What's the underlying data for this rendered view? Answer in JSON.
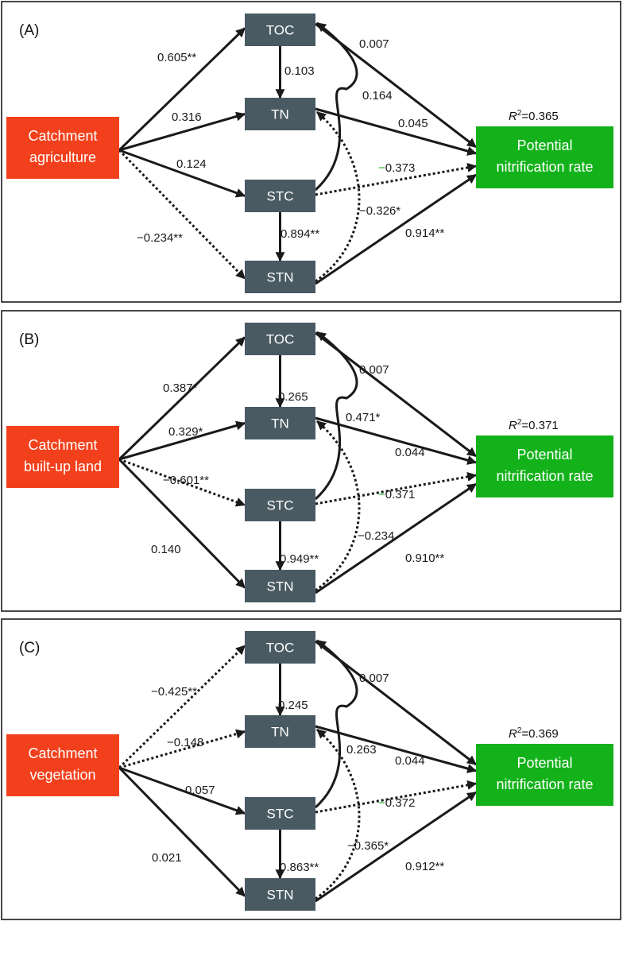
{
  "panels": [
    {
      "label": "(A)",
      "source": [
        "Catchment",
        "agriculture"
      ],
      "nodes": [
        "TOC",
        "TN",
        "STC",
        "STN"
      ],
      "target": [
        "Potential",
        "nitrification rate"
      ],
      "r2_value": "=0.365",
      "paths": {
        "src_toc": "0.605**",
        "src_tn": "0.316",
        "src_stc": "0.124",
        "src_stn": "−0.234**",
        "toc_tn": "0.103",
        "stc_stn": "0.894**",
        "stc_toc": "0.164",
        "stn_tn": "−0.326*",
        "toc_tgt": "0.007",
        "tn_tgt": "0.045",
        "stc_tgt_sign": "−",
        "stc_tgt": "0.373",
        "stn_tgt": "0.914**"
      },
      "dotted": [
        "src_stn",
        "stn_tn",
        "stc_tgt"
      ]
    },
    {
      "label": "(B)",
      "source": [
        "Catchment",
        "built-up land"
      ],
      "nodes": [
        "TOC",
        "TN",
        "STC",
        "STN"
      ],
      "target": [
        "Potential",
        "nitrification rate"
      ],
      "r2_value": "=0.371",
      "paths": {
        "src_toc": "0.387*",
        "src_tn": "0.329*",
        "src_stc": "−0.601**",
        "src_stn": "0.140",
        "toc_tn": "0.265",
        "stc_stn": "0.949**",
        "stc_toc": "0.471*",
        "stn_tn": "−0.234",
        "toc_tgt": "0.007",
        "tn_tgt": "0.044",
        "stc_tgt_sign": "−",
        "stc_tgt": "0.371",
        "stn_tgt": "0.910**"
      },
      "dotted": [
        "src_stc",
        "stn_tn",
        "stc_tgt"
      ]
    },
    {
      "label": "(C)",
      "source": [
        "Catchment",
        "vegetation"
      ],
      "nodes": [
        "TOC",
        "TN",
        "STC",
        "STN"
      ],
      "target": [
        "Potential",
        "nitrification rate"
      ],
      "r2_value": "=0.369",
      "paths": {
        "src_toc": "−0.425**",
        "src_tn": "−0.148",
        "src_stc": "0.057",
        "src_stn": "0.021",
        "toc_tn": "0.245",
        "stc_stn": "0.863**",
        "stc_toc": "0.263",
        "stn_tn": "−0.365*",
        "toc_tgt": "0.007",
        "tn_tgt": "0.044",
        "stc_tgt_sign": "−",
        "stc_tgt": "0.372",
        "stn_tgt": "0.912**"
      },
      "dotted": [
        "src_toc",
        "src_tn",
        "stn_tn",
        "stc_tgt"
      ]
    }
  ]
}
